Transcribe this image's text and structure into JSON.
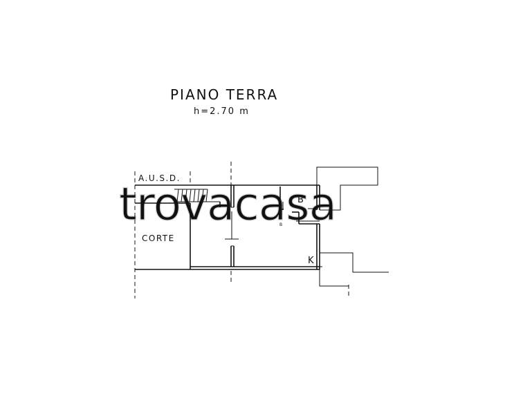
{
  "title": "PIANO TERRA",
  "subtitle": "h=2.70 m",
  "watermark": "trovacasa",
  "labels": {
    "ausd": "A.U.S.D.",
    "corte": "CORTE",
    "b": "B",
    "k": "K",
    "small_b": "B"
  }
}
